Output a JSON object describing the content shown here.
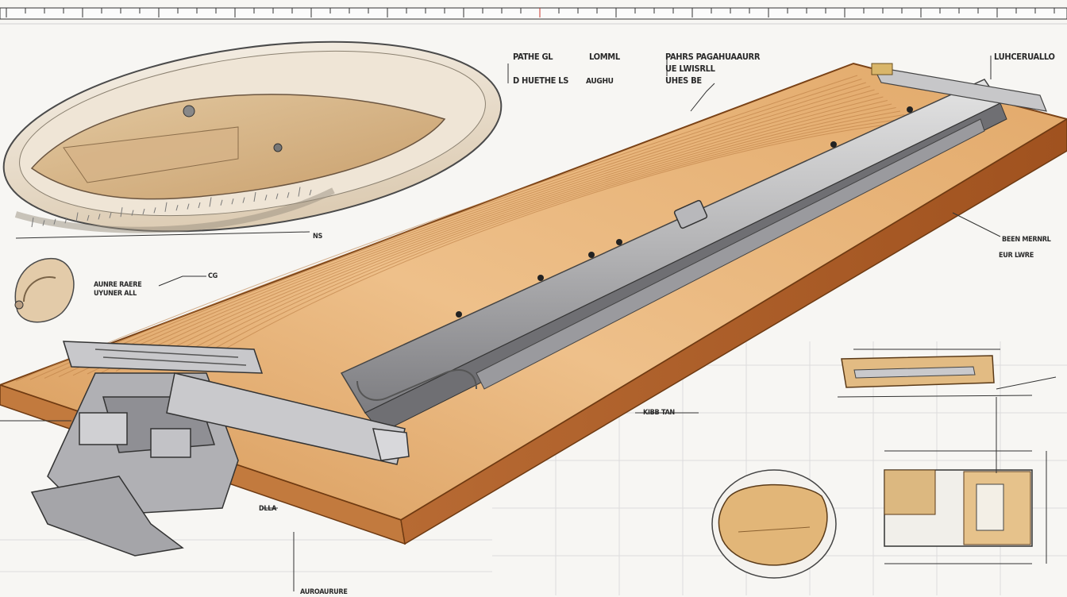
{
  "labels": {
    "top_left_a": "PATHE GL",
    "top_left_b": "LOMML",
    "top_left_c": "D HUETHE LS",
    "top_left_d": "AUGHU",
    "top_mid_a": "PAHRS PAGAHUAAURR",
    "top_mid_b": "UE LWISRLL",
    "top_mid_c": "UHES BE",
    "top_right": "LUHCERUALLO",
    "left_mid_a": "AUNRE RAERE",
    "left_mid_b": "UYUNER ALL",
    "left_small": "CG",
    "ruler_small": "NS",
    "right_mid_a": "BEEN MERNRL",
    "right_mid_b": "EUR LWRE",
    "center_right": "KIBB TAN",
    "bottom_mid": "DLLA",
    "bottom_left": "AUROAURURE"
  },
  "colors": {
    "wood_light": "#e6b77f",
    "wood_dark": "#b26431",
    "steel": "#a9aaad",
    "ink": "#2a2a2a",
    "grid": "#d8d8d8",
    "red_tick": "#c7342b"
  }
}
